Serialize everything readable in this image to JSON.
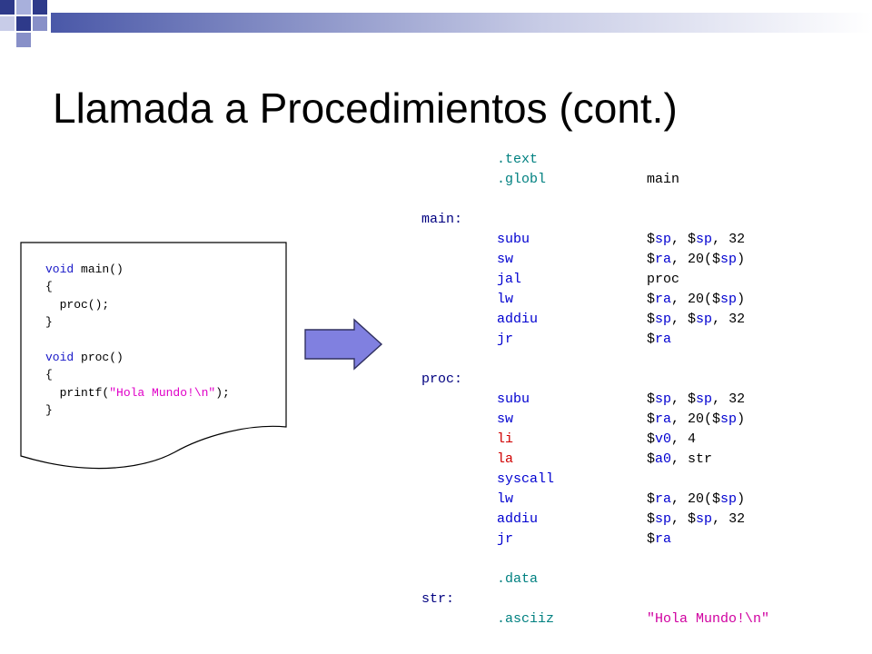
{
  "title": "Llamada a Procedimientos (cont.)",
  "theme": {
    "bar_colors": [
      "#1f2d7a",
      "#a0a8d8",
      "#6b78c0",
      "#d8dcf0"
    ]
  },
  "c_source": [
    [
      {
        "t": "void",
        "c": "kw"
      },
      {
        "t": " main()",
        "c": ""
      }
    ],
    [
      {
        "t": "{",
        "c": ""
      }
    ],
    [
      {
        "t": "  proc();",
        "c": ""
      }
    ],
    [
      {
        "t": "}",
        "c": ""
      }
    ],
    [],
    [
      {
        "t": "void",
        "c": "kw"
      },
      {
        "t": " proc()",
        "c": ""
      }
    ],
    [
      {
        "t": "{",
        "c": ""
      }
    ],
    [
      {
        "t": "  printf(",
        "c": ""
      },
      {
        "t": "\"Hola Mundo!\\n\"",
        "c": "str"
      },
      {
        "t": ");",
        "c": ""
      }
    ],
    [
      {
        "t": "}",
        "c": ""
      }
    ]
  ],
  "arrow_icon": "right-arrow-icon",
  "asm_lines": [
    {
      "label": "",
      "op": ".text",
      "op_class": "dir",
      "args": []
    },
    {
      "label": "",
      "op": ".globl",
      "op_class": "dir",
      "args": [
        {
          "t": "main",
          "c": "arg"
        }
      ]
    },
    {
      "label": "",
      "op": "",
      "op_class": "",
      "args": []
    },
    {
      "label": "main:",
      "op": "",
      "op_class": "",
      "args": []
    },
    {
      "label": "",
      "op": "subu",
      "op_class": "op-blue",
      "args": [
        {
          "t": "$",
          "c": "arg"
        },
        {
          "t": "sp",
          "c": "reg"
        },
        {
          "t": ", $",
          "c": "arg"
        },
        {
          "t": "sp",
          "c": "reg"
        },
        {
          "t": ", 32",
          "c": "arg"
        }
      ]
    },
    {
      "label": "",
      "op": "sw",
      "op_class": "op-blue",
      "args": [
        {
          "t": "$",
          "c": "arg"
        },
        {
          "t": "ra",
          "c": "reg"
        },
        {
          "t": ", 20($",
          "c": "arg"
        },
        {
          "t": "sp",
          "c": "reg"
        },
        {
          "t": ")",
          "c": "arg"
        }
      ]
    },
    {
      "label": "",
      "op": "jal",
      "op_class": "op-blue",
      "args": [
        {
          "t": "proc",
          "c": "arg"
        }
      ]
    },
    {
      "label": "",
      "op": "lw",
      "op_class": "op-blue",
      "args": [
        {
          "t": "$",
          "c": "arg"
        },
        {
          "t": "ra",
          "c": "reg"
        },
        {
          "t": ", 20($",
          "c": "arg"
        },
        {
          "t": "sp",
          "c": "reg"
        },
        {
          "t": ")",
          "c": "arg"
        }
      ]
    },
    {
      "label": "",
      "op": "addiu",
      "op_class": "op-blue",
      "args": [
        {
          "t": "$",
          "c": "arg"
        },
        {
          "t": "sp",
          "c": "reg"
        },
        {
          "t": ", $",
          "c": "arg"
        },
        {
          "t": "sp",
          "c": "reg"
        },
        {
          "t": ", 32",
          "c": "arg"
        }
      ]
    },
    {
      "label": "",
      "op": "jr",
      "op_class": "op-blue",
      "args": [
        {
          "t": "$",
          "c": "arg"
        },
        {
          "t": "ra",
          "c": "reg"
        }
      ]
    },
    {
      "label": "",
      "op": "",
      "op_class": "",
      "args": []
    },
    {
      "label": "proc:",
      "op": "",
      "op_class": "",
      "args": []
    },
    {
      "label": "",
      "op": "subu",
      "op_class": "op-blue",
      "args": [
        {
          "t": "$",
          "c": "arg"
        },
        {
          "t": "sp",
          "c": "reg"
        },
        {
          "t": ", $",
          "c": "arg"
        },
        {
          "t": "sp",
          "c": "reg"
        },
        {
          "t": ", 32",
          "c": "arg"
        }
      ]
    },
    {
      "label": "",
      "op": "sw",
      "op_class": "op-blue",
      "args": [
        {
          "t": "$",
          "c": "arg"
        },
        {
          "t": "ra",
          "c": "reg"
        },
        {
          "t": ", 20($",
          "c": "arg"
        },
        {
          "t": "sp",
          "c": "reg"
        },
        {
          "t": ")",
          "c": "arg"
        }
      ]
    },
    {
      "label": "",
      "op": "li",
      "op_class": "op-red",
      "args": [
        {
          "t": "$",
          "c": "arg"
        },
        {
          "t": "v0",
          "c": "reg"
        },
        {
          "t": ", 4",
          "c": "arg"
        }
      ]
    },
    {
      "label": "",
      "op": "la",
      "op_class": "op-red",
      "args": [
        {
          "t": "$",
          "c": "arg"
        },
        {
          "t": "a0",
          "c": "reg"
        },
        {
          "t": ", str",
          "c": "arg"
        }
      ]
    },
    {
      "label": "",
      "op": "syscall",
      "op_class": "op-blue",
      "args": []
    },
    {
      "label": "",
      "op": "lw",
      "op_class": "op-blue",
      "args": [
        {
          "t": "$",
          "c": "arg"
        },
        {
          "t": "ra",
          "c": "reg"
        },
        {
          "t": ", 20($",
          "c": "arg"
        },
        {
          "t": "sp",
          "c": "reg"
        },
        {
          "t": ")",
          "c": "arg"
        }
      ]
    },
    {
      "label": "",
      "op": "addiu",
      "op_class": "op-blue",
      "args": [
        {
          "t": "$",
          "c": "arg"
        },
        {
          "t": "sp",
          "c": "reg"
        },
        {
          "t": ", $",
          "c": "arg"
        },
        {
          "t": "sp",
          "c": "reg"
        },
        {
          "t": ", 32",
          "c": "arg"
        }
      ]
    },
    {
      "label": "",
      "op": "jr",
      "op_class": "op-blue",
      "args": [
        {
          "t": "$",
          "c": "arg"
        },
        {
          "t": "ra",
          "c": "reg"
        }
      ]
    },
    {
      "label": "",
      "op": "",
      "op_class": "",
      "args": []
    },
    {
      "label": "",
      "op": ".data",
      "op_class": "dir",
      "args": []
    },
    {
      "label": "str:",
      "op": "",
      "op_class": "",
      "args": []
    },
    {
      "label": "",
      "op": ".asciiz",
      "op_class": "dir",
      "args": [
        {
          "t": "\"Hola Mundo!\\n\"",
          "c": "qs"
        }
      ]
    }
  ]
}
